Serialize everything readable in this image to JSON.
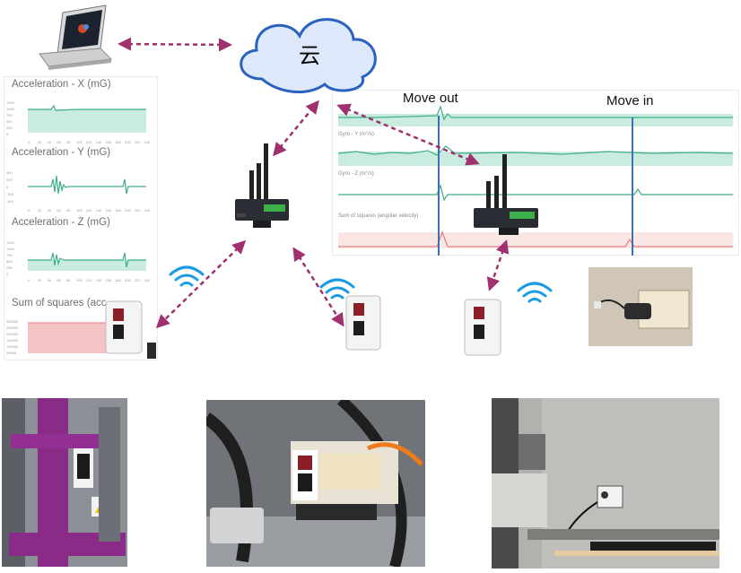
{
  "cloud": {
    "label": "云"
  },
  "left_panel": {
    "charts": [
      {
        "title": "Acceleration - X (mG)",
        "ytick_labels": [
          "1200",
          "1000",
          "750",
          "500",
          "250",
          "0"
        ]
      },
      {
        "title": "Acceleration - Y (mG)",
        "ytick_labels": [
          "400",
          "200",
          "0",
          "-200",
          "-400"
        ]
      },
      {
        "title": "Acceleration - Z (mG)",
        "ytick_labels": [
          "1200",
          "1000",
          "750",
          "500",
          "250",
          "0"
        ]
      },
      {
        "title": "Sum of squares (acc",
        "ytick_labels": [
          "300000",
          "250000",
          "200000",
          "150000",
          "100000",
          "50000"
        ]
      }
    ],
    "xtick_labels": [
      "0",
      "20",
      "40",
      "60",
      "80",
      "100",
      "120",
      "140",
      "160",
      "180",
      "200",
      "220",
      "240"
    ]
  },
  "right_panel": {
    "charts": [
      {
        "title": ""
      },
      {
        "title": "Gyro - Y (m°/s)"
      },
      {
        "title": "Gyro - Z (m°/s)"
      },
      {
        "title": "Sum of squares (angular velocity)"
      }
    ],
    "annotations": {
      "move_out": "Move out",
      "move_in": "Move in"
    }
  },
  "colors": {
    "series": "#3fae8e",
    "series_fill": "#c9ecdf",
    "pink": "#f4c3c3",
    "pink_line": "#e07f7f",
    "marker": "#3f6fb5",
    "arrow": "#a0306e",
    "cloud_fill": "#dde9fb",
    "cloud_stroke": "#2b62c0",
    "wifi": "#1a9be4"
  }
}
